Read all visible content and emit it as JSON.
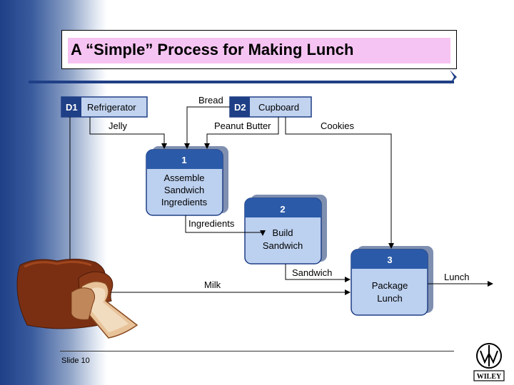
{
  "slide": {
    "title": "A “Simple” Process for Making Lunch",
    "slide_number": "Slide 10",
    "logo_text": "WILEY"
  },
  "diagram": {
    "stores": [
      {
        "id": "D1",
        "name": "Refrigerator"
      },
      {
        "id": "D2",
        "name": "Cupboard"
      }
    ],
    "processes": [
      {
        "number": "1",
        "line1": "Assemble",
        "line2": "Sandwich",
        "line3": "Ingredients"
      },
      {
        "number": "2",
        "line1": "Build",
        "line2": "Sandwich"
      },
      {
        "number": "3",
        "line1": "Package",
        "line2": "Lunch"
      }
    ],
    "flows": {
      "jelly": "Jelly",
      "bread": "Bread",
      "peanut_butter": "Peanut Butter",
      "cookies": "Cookies",
      "ingredients": "Ingredients",
      "sandwich": "Sandwich",
      "milk": "Milk",
      "lunch": "Lunch"
    }
  },
  "colors": {
    "store_dark": "#1f3f86",
    "store_light": "#c2d3ef",
    "process_header": "#2b5aa8",
    "process_body": "#bcd0ef",
    "title_fill": "#f6c4f2"
  }
}
